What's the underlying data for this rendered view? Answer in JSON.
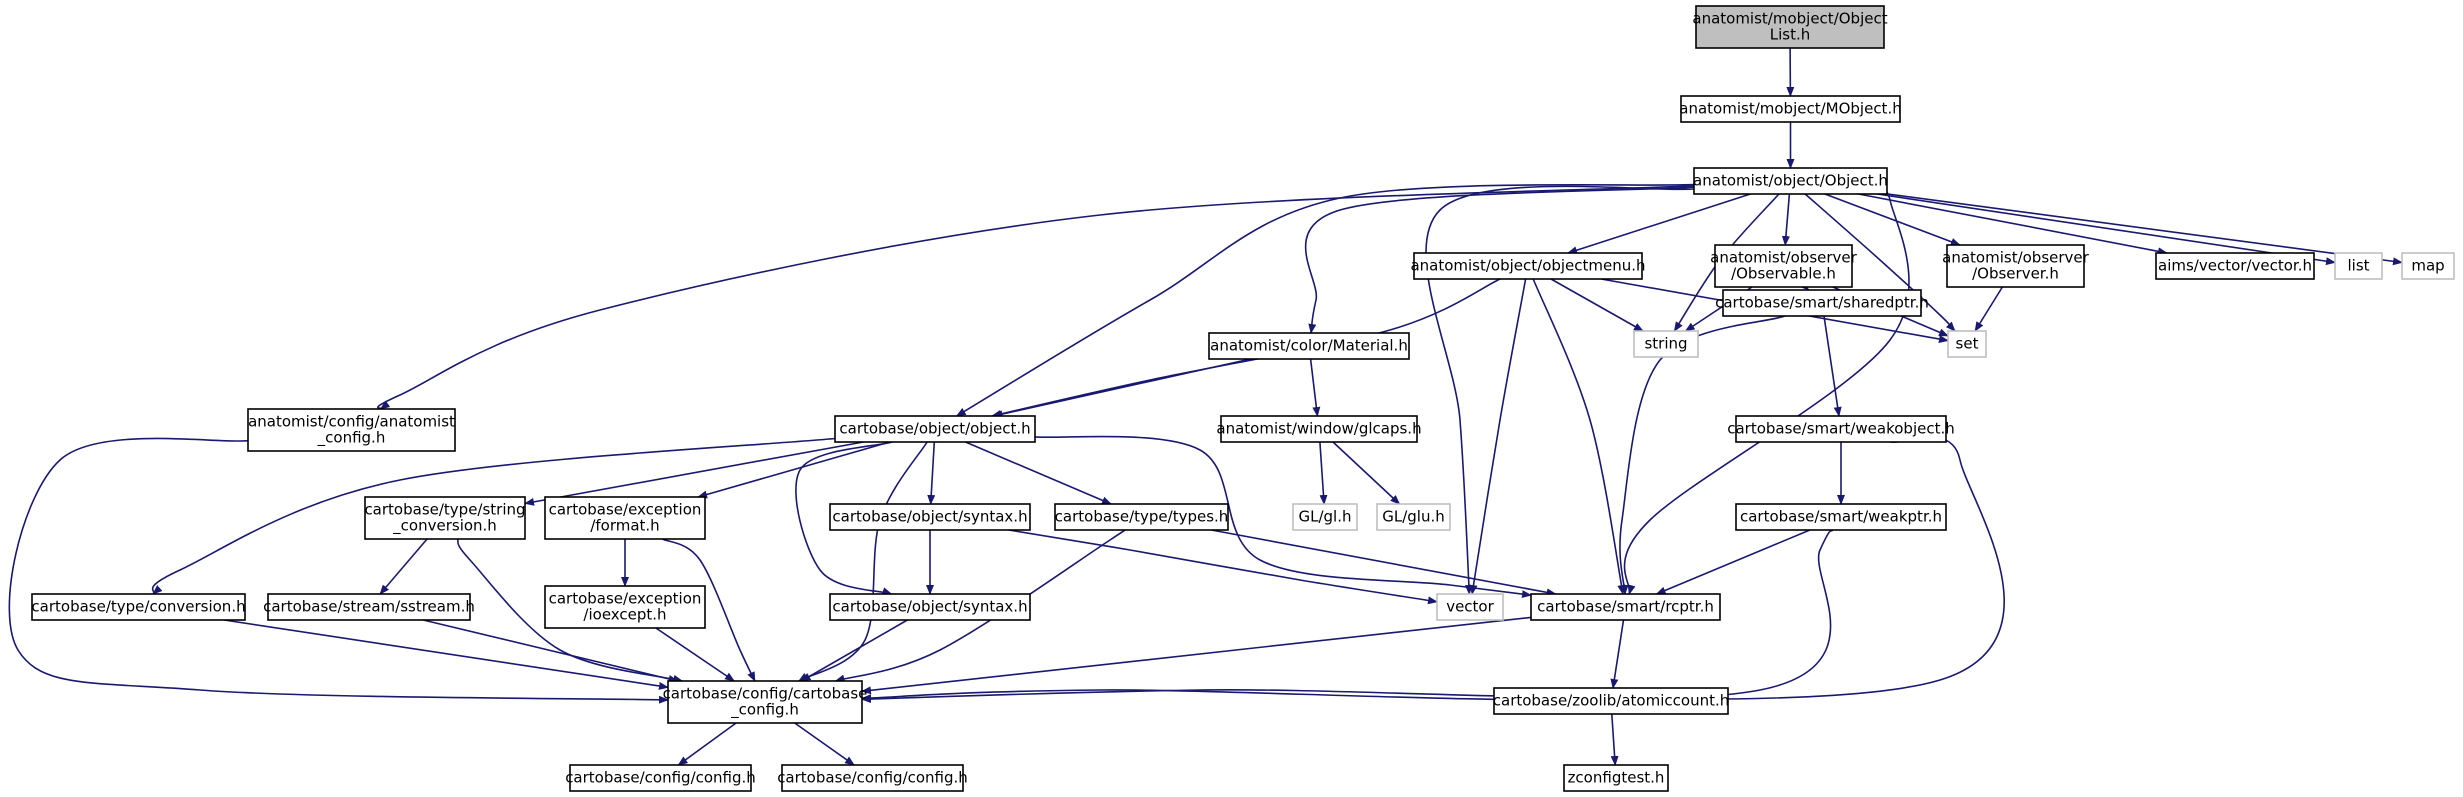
{
  "colors": {
    "edge": "#191970",
    "box_border": "#000000",
    "box_border_external": "#bfbfbf",
    "root_fill": "#bfbfbf",
    "node_fill": "#ffffff",
    "external_text": "#555555"
  },
  "nodes": [
    {
      "id": "root",
      "lines": [
        "anatomist/mobject/Object",
        "List.h"
      ],
      "kind": "root"
    },
    {
      "id": "mobject",
      "lines": [
        "anatomist/mobject/MObject.h"
      ],
      "kind": "normal"
    },
    {
      "id": "object",
      "lines": [
        "anatomist/object/Object.h"
      ],
      "kind": "normal"
    },
    {
      "id": "objmenu",
      "lines": [
        "anatomist/object/objectmenu.h"
      ],
      "kind": "normal"
    },
    {
      "id": "observable",
      "lines": [
        "anatomist/observer",
        "/Observable.h"
      ],
      "kind": "normal"
    },
    {
      "id": "observer",
      "lines": [
        "anatomist/observer",
        "/Observer.h"
      ],
      "kind": "normal"
    },
    {
      "id": "aimsvec",
      "lines": [
        "aims/vector/vector.h"
      ],
      "kind": "normal"
    },
    {
      "id": "list",
      "lines": [
        "list"
      ],
      "kind": "external"
    },
    {
      "id": "map",
      "lines": [
        "map"
      ],
      "kind": "external"
    },
    {
      "id": "string",
      "lines": [
        "string"
      ],
      "kind": "external"
    },
    {
      "id": "set",
      "lines": [
        "set"
      ],
      "kind": "external"
    },
    {
      "id": "sharedptr",
      "lines": [
        "cartobase/smart/sharedptr.h"
      ],
      "kind": "normal"
    },
    {
      "id": "material",
      "lines": [
        "anatomist/color/Material.h"
      ],
      "kind": "normal"
    },
    {
      "id": "anaconfig",
      "lines": [
        "anatomist/config/anatomist",
        "_config.h"
      ],
      "kind": "normal"
    },
    {
      "id": "cbobject",
      "lines": [
        "cartobase/object/object.h"
      ],
      "kind": "normal"
    },
    {
      "id": "glcaps",
      "lines": [
        "anatomist/window/glcaps.h"
      ],
      "kind": "normal"
    },
    {
      "id": "weakobject",
      "lines": [
        "cartobase/smart/weakobject.h"
      ],
      "kind": "normal"
    },
    {
      "id": "stringconv",
      "lines": [
        "cartobase/type/string",
        "_conversion.h"
      ],
      "kind": "normal"
    },
    {
      "id": "format",
      "lines": [
        "cartobase/exception",
        "/format.h"
      ],
      "kind": "normal"
    },
    {
      "id": "syntax1",
      "lines": [
        "cartobase/object/syntax.h"
      ],
      "kind": "normal"
    },
    {
      "id": "types",
      "lines": [
        "cartobase/type/types.h"
      ],
      "kind": "normal"
    },
    {
      "id": "glh",
      "lines": [
        "GL/gl.h"
      ],
      "kind": "external"
    },
    {
      "id": "gluh",
      "lines": [
        "GL/glu.h"
      ],
      "kind": "external"
    },
    {
      "id": "weakptr",
      "lines": [
        "cartobase/smart/weakptr.h"
      ],
      "kind": "normal"
    },
    {
      "id": "conversion",
      "lines": [
        "cartobase/type/conversion.h"
      ],
      "kind": "normal"
    },
    {
      "id": "sstream",
      "lines": [
        "cartobase/stream/sstream.h"
      ],
      "kind": "normal"
    },
    {
      "id": "ioexcept",
      "lines": [
        "cartobase/exception",
        "/ioexcept.h"
      ],
      "kind": "normal"
    },
    {
      "id": "syntax2",
      "lines": [
        "cartobase/object/syntax.h"
      ],
      "kind": "normal"
    },
    {
      "id": "vector",
      "lines": [
        "vector"
      ],
      "kind": "external"
    },
    {
      "id": "rcptr",
      "lines": [
        "cartobase/smart/rcptr.h"
      ],
      "kind": "normal"
    },
    {
      "id": "cbconfig",
      "lines": [
        "cartobase/config/cartobase",
        "_config.h"
      ],
      "kind": "normal"
    },
    {
      "id": "atomic",
      "lines": [
        "cartobase/zoolib/atomiccount.h"
      ],
      "kind": "normal"
    },
    {
      "id": "config1",
      "lines": [
        "cartobase/config/config.h"
      ],
      "kind": "normal"
    },
    {
      "id": "config2",
      "lines": [
        "cartobase/config/config.h"
      ],
      "kind": "normal"
    },
    {
      "id": "zconfig",
      "lines": [
        "zconfigtest.h"
      ],
      "kind": "normal"
    }
  ],
  "edges": [
    {
      "from": "root",
      "to": "mobject"
    },
    {
      "from": "mobject",
      "to": "object"
    },
    {
      "from": "object",
      "to": "objmenu"
    },
    {
      "from": "object",
      "to": "observable"
    },
    {
      "from": "object",
      "to": "observer"
    },
    {
      "from": "object",
      "to": "aimsvec"
    },
    {
      "from": "object",
      "to": "list"
    },
    {
      "from": "object",
      "to": "map"
    },
    {
      "from": "object",
      "to": "string"
    },
    {
      "from": "object",
      "to": "set"
    },
    {
      "from": "object",
      "to": "material"
    },
    {
      "from": "object",
      "to": "anaconfig"
    },
    {
      "from": "object",
      "to": "cbobject"
    },
    {
      "from": "object",
      "to": "vector"
    },
    {
      "from": "object",
      "to": "rcptr"
    },
    {
      "from": "objmenu",
      "to": "string"
    },
    {
      "from": "objmenu",
      "to": "set"
    },
    {
      "from": "objmenu",
      "to": "cbobject"
    },
    {
      "from": "objmenu",
      "to": "vector"
    },
    {
      "from": "objmenu",
      "to": "rcptr"
    },
    {
      "from": "observable",
      "to": "string"
    },
    {
      "from": "observable",
      "to": "set"
    },
    {
      "from": "observable",
      "to": "sharedptr"
    },
    {
      "from": "observer",
      "to": "set"
    },
    {
      "from": "sharedptr",
      "to": "weakobject"
    },
    {
      "from": "sharedptr",
      "to": "rcptr"
    },
    {
      "from": "material",
      "to": "cbobject"
    },
    {
      "from": "material",
      "to": "glcaps"
    },
    {
      "from": "glcaps",
      "to": "glh"
    },
    {
      "from": "glcaps",
      "to": "gluh"
    },
    {
      "from": "anaconfig",
      "to": "cbconfig"
    },
    {
      "from": "cbobject",
      "to": "stringconv"
    },
    {
      "from": "cbobject",
      "to": "format"
    },
    {
      "from": "cbobject",
      "to": "syntax1"
    },
    {
      "from": "cbobject",
      "to": "types"
    },
    {
      "from": "cbobject",
      "to": "conversion"
    },
    {
      "from": "cbobject",
      "to": "syntax2"
    },
    {
      "from": "cbobject",
      "to": "rcptr"
    },
    {
      "from": "cbobject",
      "to": "cbconfig"
    },
    {
      "from": "weakobject",
      "to": "weakptr"
    },
    {
      "from": "weakobject",
      "to": "cbconfig"
    },
    {
      "from": "stringconv",
      "to": "sstream"
    },
    {
      "from": "stringconv",
      "to": "cbconfig"
    },
    {
      "from": "format",
      "to": "ioexcept"
    },
    {
      "from": "format",
      "to": "cbconfig"
    },
    {
      "from": "syntax1",
      "to": "syntax2"
    },
    {
      "from": "syntax1",
      "to": "vector"
    },
    {
      "from": "types",
      "to": "rcptr"
    },
    {
      "from": "types",
      "to": "cbconfig"
    },
    {
      "from": "weakptr",
      "to": "rcptr"
    },
    {
      "from": "weakptr",
      "to": "cbconfig"
    },
    {
      "from": "conversion",
      "to": "cbconfig"
    },
    {
      "from": "sstream",
      "to": "cbconfig"
    },
    {
      "from": "ioexcept",
      "to": "cbconfig"
    },
    {
      "from": "syntax2",
      "to": "cbconfig"
    },
    {
      "from": "rcptr",
      "to": "cbconfig"
    },
    {
      "from": "rcptr",
      "to": "atomic"
    },
    {
      "from": "cbconfig",
      "to": "config1"
    },
    {
      "from": "cbconfig",
      "to": "config2"
    },
    {
      "from": "atomic",
      "to": "zconfig"
    }
  ]
}
